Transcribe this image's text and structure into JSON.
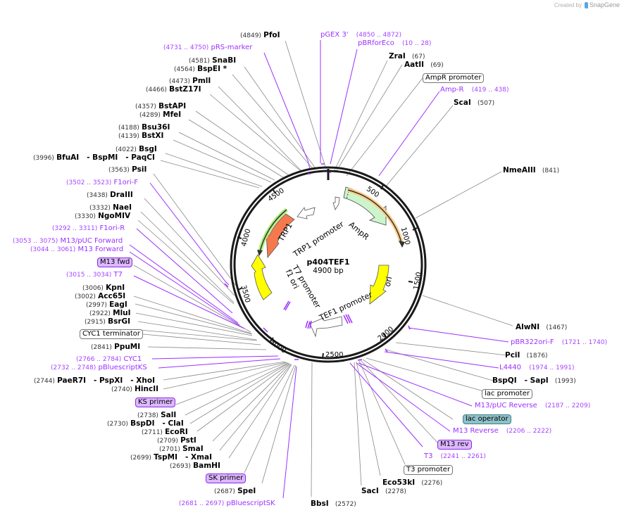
{
  "credit": {
    "prefix": "Created by",
    "brand": "SnapGene"
  },
  "plasmid": {
    "name": "p404TEF1",
    "length_label": "4900 bp",
    "length": 4900
  },
  "ticks": [
    {
      "label": "500",
      "pos": 500
    },
    {
      "label": "1000",
      "pos": 1000
    },
    {
      "label": "1500",
      "pos": 1500
    },
    {
      "label": "2000",
      "pos": 2000
    },
    {
      "label": "2500",
      "pos": 2500
    },
    {
      "label": "3000",
      "pos": 3000
    },
    {
      "label": "3500",
      "pos": 3500
    },
    {
      "label": "4000",
      "pos": 4000
    },
    {
      "label": "4500",
      "pos": 4500
    }
  ],
  "features": [
    {
      "name": "AmpR",
      "color": "#ccf5cc"
    },
    {
      "name": "ori",
      "color": "#ffff00"
    },
    {
      "name": "TRP1",
      "color": "#f47a4e"
    },
    {
      "name": "TRP1 promoter",
      "color": "#ffffff"
    },
    {
      "name": "f1 ori",
      "color": "#ffff00"
    },
    {
      "name": "T7 promoter",
      "color": "#ffffff"
    },
    {
      "name": "TEF1 promoter",
      "color": "#ffffff"
    },
    {
      "name": "AmpR promoter",
      "color": "#ffffff"
    }
  ],
  "labels": {
    "PfoI": {
      "name": "PfoI",
      "pos": "(4849)"
    },
    "pRS_marker": {
      "name": "pRS-marker",
      "pos": "(4731 .. 4750)"
    },
    "SnaBI": {
      "name": "SnaBI",
      "pos": "(4581)"
    },
    "BspEI": {
      "name": "BspEI *",
      "pos": "(4564)"
    },
    "PmlI": {
      "name": "PmlI",
      "pos": "(4473)"
    },
    "BstZ17I": {
      "name": "BstZ17I",
      "pos": "(4466)"
    },
    "BstAPI": {
      "name": "BstAPI",
      "pos": "(4357)"
    },
    "MfeI": {
      "name": "MfeI",
      "pos": "(4289)"
    },
    "Bsu36I": {
      "name": "Bsu36I",
      "pos": "(4188)"
    },
    "BstXI": {
      "name": "BstXI",
      "pos": "(4139)"
    },
    "BsgI": {
      "name": "BsgI",
      "pos": "(4022)"
    },
    "BfuAI": {
      "name": "BfuAI   - BspMI   - PaqCI",
      "pos": "(3996)"
    },
    "PsiI": {
      "name": "PsiI",
      "pos": "(3563)"
    },
    "F1ori_F": {
      "name": "F1ori-F",
      "pos": "(3502 .. 3523)"
    },
    "DraIII": {
      "name": "DraIII",
      "pos": "(3438)"
    },
    "NaeI": {
      "name": "NaeI",
      "pos": "(3332)"
    },
    "NgoMIV": {
      "name": "NgoMIV",
      "pos": "(3330)"
    },
    "F1ori_R": {
      "name": "F1ori-R",
      "pos": "(3292 .. 3311)"
    },
    "M13pUC_Fwd": {
      "name": "M13/pUC Forward",
      "pos": "(3053 .. 3075)"
    },
    "M13_Fwd": {
      "name": "M13 Forward",
      "pos": "(3044 .. 3061)"
    },
    "M13fwd_box": {
      "name": "M13 fwd"
    },
    "T7": {
      "name": "T7",
      "pos": "(3015 .. 3034)"
    },
    "KpnI": {
      "name": "KpnI",
      "pos": "(3006)"
    },
    "Acc65I": {
      "name": "Acc65I",
      "pos": "(3002)"
    },
    "EagI": {
      "name": "EagI",
      "pos": "(2997)"
    },
    "MluI": {
      "name": "MluI",
      "pos": "(2922)"
    },
    "BsrGI": {
      "name": "BsrGI",
      "pos": "(2915)"
    },
    "CYC1term_box": {
      "name": "CYC1 terminator"
    },
    "PpuMI": {
      "name": "PpuMI",
      "pos": "(2841)"
    },
    "CYC1": {
      "name": "CYC1",
      "pos": "(2766 .. 2784)"
    },
    "pBluescriptKS": {
      "name": "pBluescriptKS",
      "pos": "(2732 .. 2748)"
    },
    "PaeR7I": {
      "name": "PaeR7I   - PspXI   - XhoI",
      "pos": "(2744)"
    },
    "HincII": {
      "name": "HincII",
      "pos": "(2740)"
    },
    "KSprimer_box": {
      "name": "KS primer"
    },
    "SalI": {
      "name": "SalI",
      "pos": "(2738)"
    },
    "BspDI": {
      "name": "BspDI   - ClaI",
      "pos": "(2730)"
    },
    "EcoRI": {
      "name": "EcoRI",
      "pos": "(2711)"
    },
    "PstI": {
      "name": "PstI",
      "pos": "(2709)"
    },
    "SmaI": {
      "name": "SmaI",
      "pos": "(2701)"
    },
    "TspMI": {
      "name": "TspMI   - XmaI",
      "pos": "(2699)"
    },
    "BamHI": {
      "name": "BamHI",
      "pos": "(2693)"
    },
    "SKprimer_box": {
      "name": "SK primer"
    },
    "SpeI": {
      "name": "SpeI",
      "pos": "(2687)"
    },
    "pBluescriptSK": {
      "name": "pBluescriptSK",
      "pos": "(2681 .. 2697)"
    },
    "BbsI": {
      "name": "BbsI",
      "pos": "(2572)"
    },
    "SacI": {
      "name": "SacI",
      "pos": "(2278)"
    },
    "Eco53kI": {
      "name": "Eco53kI",
      "pos": "(2276)"
    },
    "T3prom_box": {
      "name": "T3 promoter"
    },
    "T3": {
      "name": "T3",
      "pos": "(2241 .. 2261)"
    },
    "M13rev_box": {
      "name": "M13 rev"
    },
    "M13_Rev": {
      "name": "M13 Reverse",
      "pos": "(2206 .. 2222)"
    },
    "lacop_box": {
      "name": "lac operator"
    },
    "M13pUC_Rev": {
      "name": "M13/pUC Reverse",
      "pos": "(2187 .. 2209)"
    },
    "lacprom_box": {
      "name": "lac promoter"
    },
    "BspQI": {
      "name": "BspQI   - SapI",
      "pos": "(1993)"
    },
    "L4440": {
      "name": "L4440",
      "pos": "(1974 .. 1991)"
    },
    "PciI": {
      "name": "PciI",
      "pos": "(1876)"
    },
    "pBR322ori_F": {
      "name": "pBR322ori-F",
      "pos": "(1721 .. 1740)"
    },
    "AlwNI": {
      "name": "AlwNI",
      "pos": "(1467)"
    },
    "NmeAIII": {
      "name": "NmeAIII",
      "pos": "(841)"
    },
    "ScaI": {
      "name": "ScaI",
      "pos": "(507)"
    },
    "Amp_R": {
      "name": "Amp-R",
      "pos": "(419 .. 438)"
    },
    "AmpRprom_box": {
      "name": "AmpR promoter"
    },
    "AatII": {
      "name": "AatII",
      "pos": "(69)"
    },
    "ZraI": {
      "name": "ZraI",
      "pos": "(67)"
    },
    "pBRforEco": {
      "name": "pBRforEco",
      "pos": "(10 .. 28)"
    },
    "pGEX3": {
      "name": "pGEX 3'",
      "pos": "(4850 .. 4872)"
    }
  },
  "colors": {
    "primer": "#9b30ff",
    "enzyme": "#000000",
    "backbone": "#1a1a1a"
  }
}
